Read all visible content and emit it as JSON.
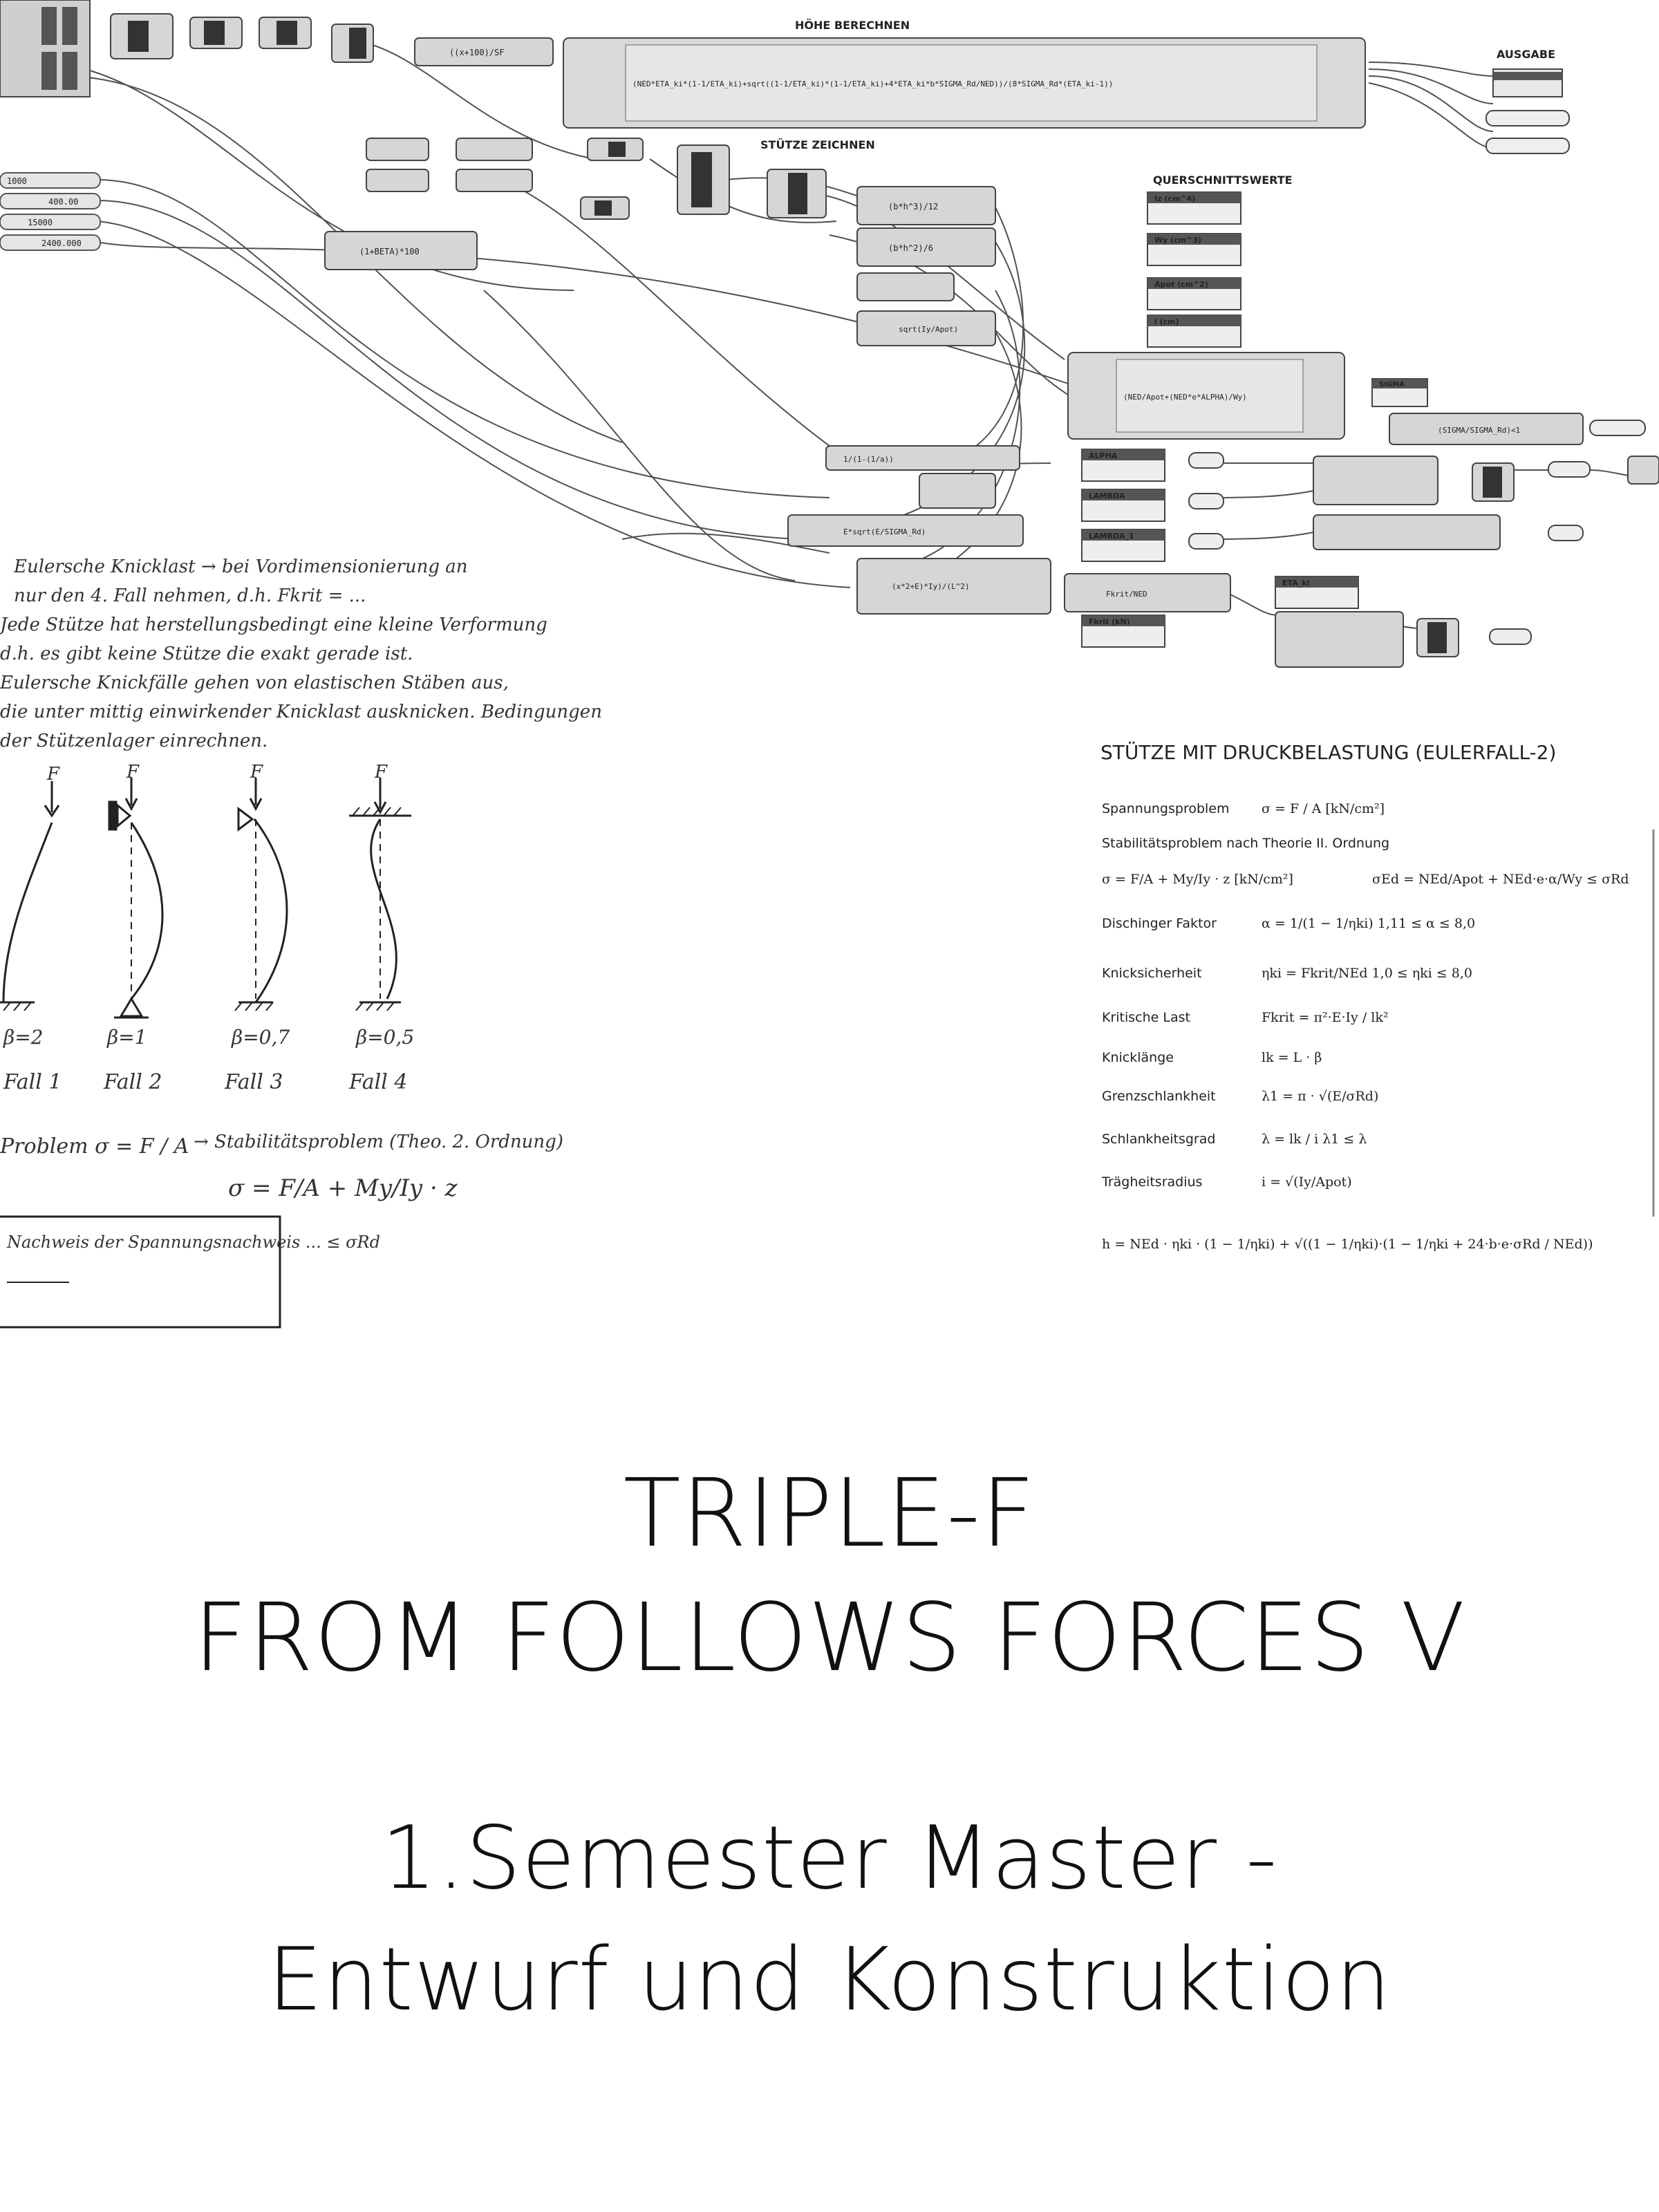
{
  "grasshopper": {
    "headings": {
      "hoehe": "HÖHE BERECHNEN",
      "ausgabe": "AUSGABE",
      "stuetze_zeichnen": "STÜTZE ZEICHNEN",
      "querschnittswerte": "QUERSCHNITTSWERTE"
    },
    "formulas": {
      "main": "(NED*ETA_ki*(1-1/ETA_ki)+sqrt((1-1/ETA_ki)*(1-1/ETA_ki)+4*ETA_ki*b*SIGMA_Rd/NED))/(8*SIGMA_Rd*(ETA_ki-1))",
      "div": "((x+100)/SF",
      "beta": "(1+BETA)*100",
      "iz": "(b*h^3)/12",
      "wy": "(b*h^2)/6",
      "apot": "sqrt(Iy/Apot)",
      "sigma": "(NED/Apot+(NED*e*ALPHA)/Wy)",
      "alpha": "1/(1-(1/a))",
      "lambda": "E*sqrt(E/SIGMA_Rd)",
      "lambda_i": "(x*2+E)*Iy)/(L^2)",
      "sigma_ratio": "(SIGMA/SIGMA_Rd)<1",
      "eta": "Fkrit/NED"
    },
    "values": [
      "1000",
      "400.00",
      "15000",
      "2400.000"
    ],
    "panel_labels": [
      "Iz (cm^4)",
      "Wy (cm^3)",
      "Apot (cm^2)",
      "i (cm)",
      "ALPHA",
      "LAMBDA",
      "LAMBDA_1",
      "ETA_ki",
      "Fkrit (kN)",
      "SIGMA"
    ]
  },
  "notes": {
    "lines": [
      "Eulersche Knicklast → bei Vordimensionierung an",
      "nur den 4. Fall nehmen, d.h. Fkrit = ...",
      "Jede Stütze hat herstellungsbedingt eine kleine Verformung",
      "d.h. es gibt keine Stütze die exakt gerade ist.",
      "Eulersche Knickfälle gehen von elastischen Stäben aus,",
      "die unter mittig einwirkender Knicklast ausknicken. Bedingungen",
      "der Stützenlager einrechnen."
    ],
    "cases": [
      {
        "beta": "β=2",
        "label": "Fall 1"
      },
      {
        "beta": "β=1",
        "label": "Fall 2"
      },
      {
        "beta": "β=0,7",
        "label": "Fall 3"
      },
      {
        "beta": "β=0,5",
        "label": "Fall 4"
      }
    ],
    "load_label": "F",
    "stress": "Problem σ = F / A",
    "stability": "→ Stabilitätsproblem (Theo. 2. Ordnung)",
    "stability_formula": "σ = F/A + My/Iy · z",
    "box": "Nachweis der Spannungsnachweis ... ≤ σRd"
  },
  "formula_sheet": {
    "title": "STÜTZE MIT DRUCKBELASTUNG (EULERFALL-2)",
    "rows": [
      {
        "label": "Spannungsproblem",
        "formula": "σ = F / A   [kN/cm²]"
      },
      {
        "label": "Stabilitätsproblem nach Theorie II. Ordnung",
        "formula": ""
      },
      {
        "label": "σ = F/A + My/Iy · z   [kN/cm²]",
        "formula": "σEd = NEd/Apot + NEd·e·α/Wy ≤ σRd"
      },
      {
        "label": "Dischinger Faktor",
        "formula": "α = 1/(1 − 1/ηki)      1,11 ≤ α ≤ 8,0"
      },
      {
        "label": "Knicksicherheit",
        "formula": "ηki = Fkrit/NEd      1,0 ≤ ηki ≤ 8,0"
      },
      {
        "label": "Kritische Last",
        "formula": "Fkrit = π²·E·Iy / lk²"
      },
      {
        "label": "Knicklänge",
        "formula": "lk = L · β"
      },
      {
        "label": "Grenzschlankheit",
        "formula": "λ1 = π · √(E/σRd)"
      },
      {
        "label": "Schlankheitsgrad",
        "formula": "λ = lk / i      λ1 ≤ λ"
      },
      {
        "label": "Trägheitsradius",
        "formula": "i = √(Iy/Apot)"
      }
    ],
    "final": "h = NEd · ηki · (1 − 1/ηki) + √((1 − 1/ηki)·(1 − 1/ηki + 24·b·e·σRd / NEd))"
  },
  "caption": {
    "title_line_1": "TRIPLE-F",
    "title_line_2": "FROM FOLLOWS FORCES V",
    "subtitle_line_1": "1.Semester Master -",
    "subtitle_line_2": "Entwurf und Konstruktion"
  }
}
